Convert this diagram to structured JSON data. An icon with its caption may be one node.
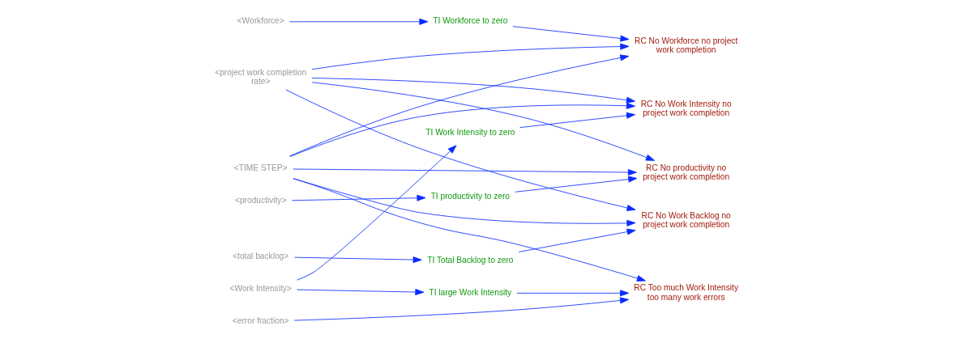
{
  "diagram": {
    "nodes": [
      {
        "text": [
          "<Workforce>"
        ]
      },
      {
        "text": [
          "<Work Intensity>"
        ]
      },
      {
        "text": [
          "<total backlog>"
        ]
      },
      {
        "text": [
          "<productivity>"
        ]
      },
      {
        "text": [
          "<error fraction>"
        ]
      },
      {
        "text": [
          "<project work completion rate>"
        ]
      },
      {
        "text": [
          "<TIME STEP>"
        ]
      },
      {
        "text": [
          "TI Workforce to zero"
        ]
      },
      {
        "text": [
          "TI Work Intensity to zero"
        ]
      },
      {
        "text": [
          "TI Total Backlog to zero"
        ]
      },
      {
        "text": [
          "TI productivity to zero"
        ]
      },
      {
        "text": [
          "TI large Work Intensity"
        ]
      },
      {
        "text": [
          "RC No Workforce no project work completion"
        ]
      },
      {
        "text": [
          "RC No Work Intensity no project work completion"
        ]
      },
      {
        "text": [
          "RC No Work Backlog no project work completion"
        ]
      },
      {
        "text": [
          "RC No productivity no project work completion"
        ]
      },
      {
        "text": [
          "RC Too much Work Intensity too many work errors"
        ]
      }
    ],
    "edges": [
      {
        "from": 0,
        "to": 7,
        "arrow": "to"
      },
      {
        "from": 1,
        "to": 8,
        "arrow": "to"
      },
      {
        "from": 1,
        "to": 11,
        "arrow": "to"
      },
      {
        "from": 2,
        "to": 9,
        "arrow": "to"
      },
      {
        "from": 3,
        "to": 10,
        "arrow": "to"
      },
      {
        "from": 4,
        "to": 16,
        "arrow": "to"
      },
      {
        "from": 5,
        "to": 12,
        "arrow": "to"
      },
      {
        "from": 5,
        "to": 13,
        "arrow": "to"
      },
      {
        "from": 5,
        "to": 14,
        "arrow": "to"
      },
      {
        "from": 5,
        "to": 15,
        "arrow": "to"
      },
      {
        "from": 6,
        "to": 12,
        "arrow": "to"
      },
      {
        "from": 6,
        "to": 13,
        "arrow": "to"
      },
      {
        "from": 6,
        "to": 14,
        "arrow": "to"
      },
      {
        "from": 6,
        "to": 15,
        "arrow": "to"
      },
      {
        "from": 6,
        "to": 16,
        "arrow": "to"
      },
      {
        "from": 7,
        "to": 12,
        "arrow": "to"
      },
      {
        "from": 8,
        "to": 13,
        "arrow": "to"
      },
      {
        "from": 9,
        "to": 14,
        "arrow": "to"
      },
      {
        "from": 10,
        "to": 15,
        "arrow": "to"
      },
      {
        "from": 11,
        "to": 16,
        "arrow": "to"
      }
    ]
  }
}
